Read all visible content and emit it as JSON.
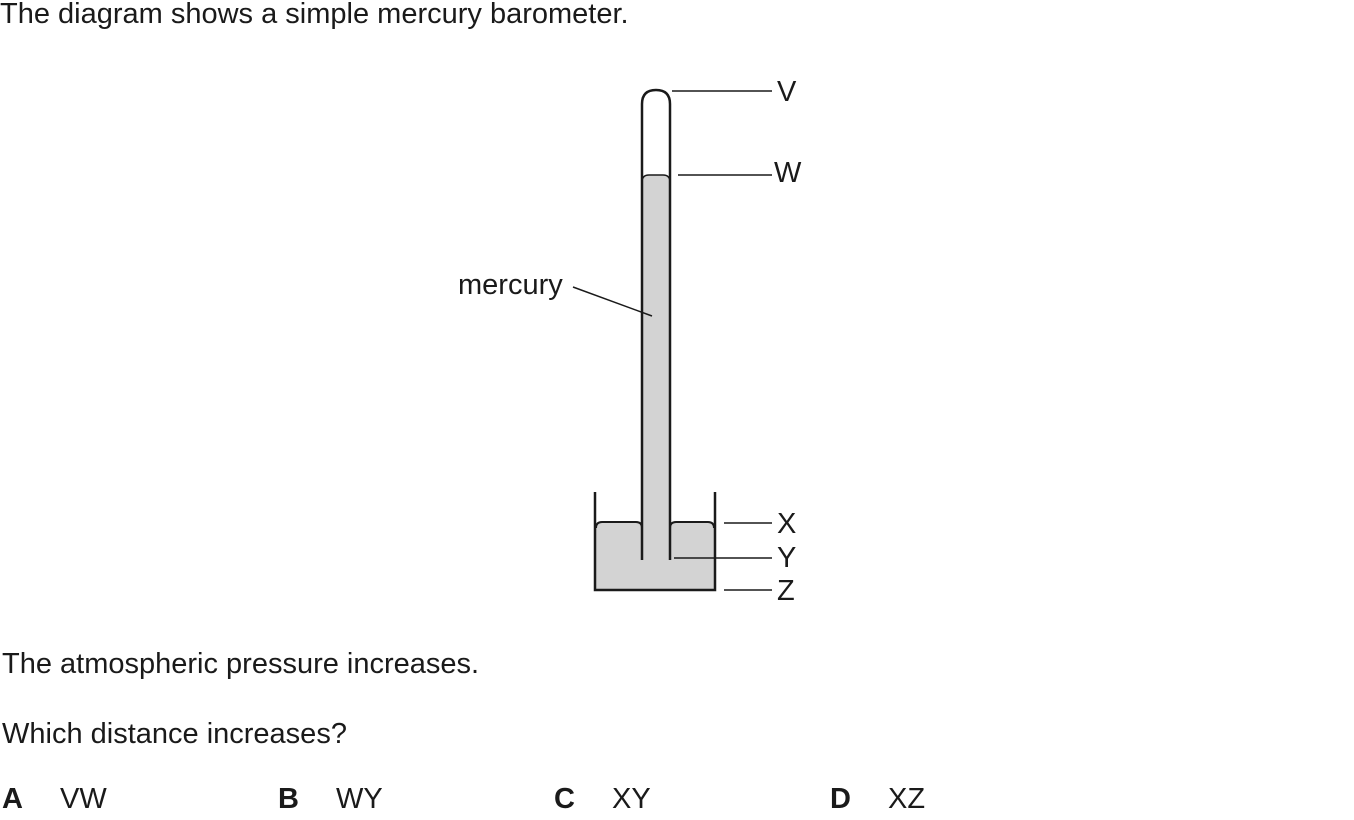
{
  "intro": "The diagram shows a simple mercury barometer.",
  "diagram": {
    "labels": {
      "v": "V",
      "w": "W",
      "x": "X",
      "y": "Y",
      "z": "Z",
      "mercury": "mercury"
    },
    "colors": {
      "mercury_fill": "#d3d3d3",
      "stroke": "#1a1a1a"
    }
  },
  "statement": "The atmospheric pressure increases.",
  "question": "Which distance increases?",
  "options": [
    {
      "letter": "A",
      "text": "VW"
    },
    {
      "letter": "B",
      "text": "WY"
    },
    {
      "letter": "C",
      "text": "XY"
    },
    {
      "letter": "D",
      "text": "XZ"
    }
  ]
}
